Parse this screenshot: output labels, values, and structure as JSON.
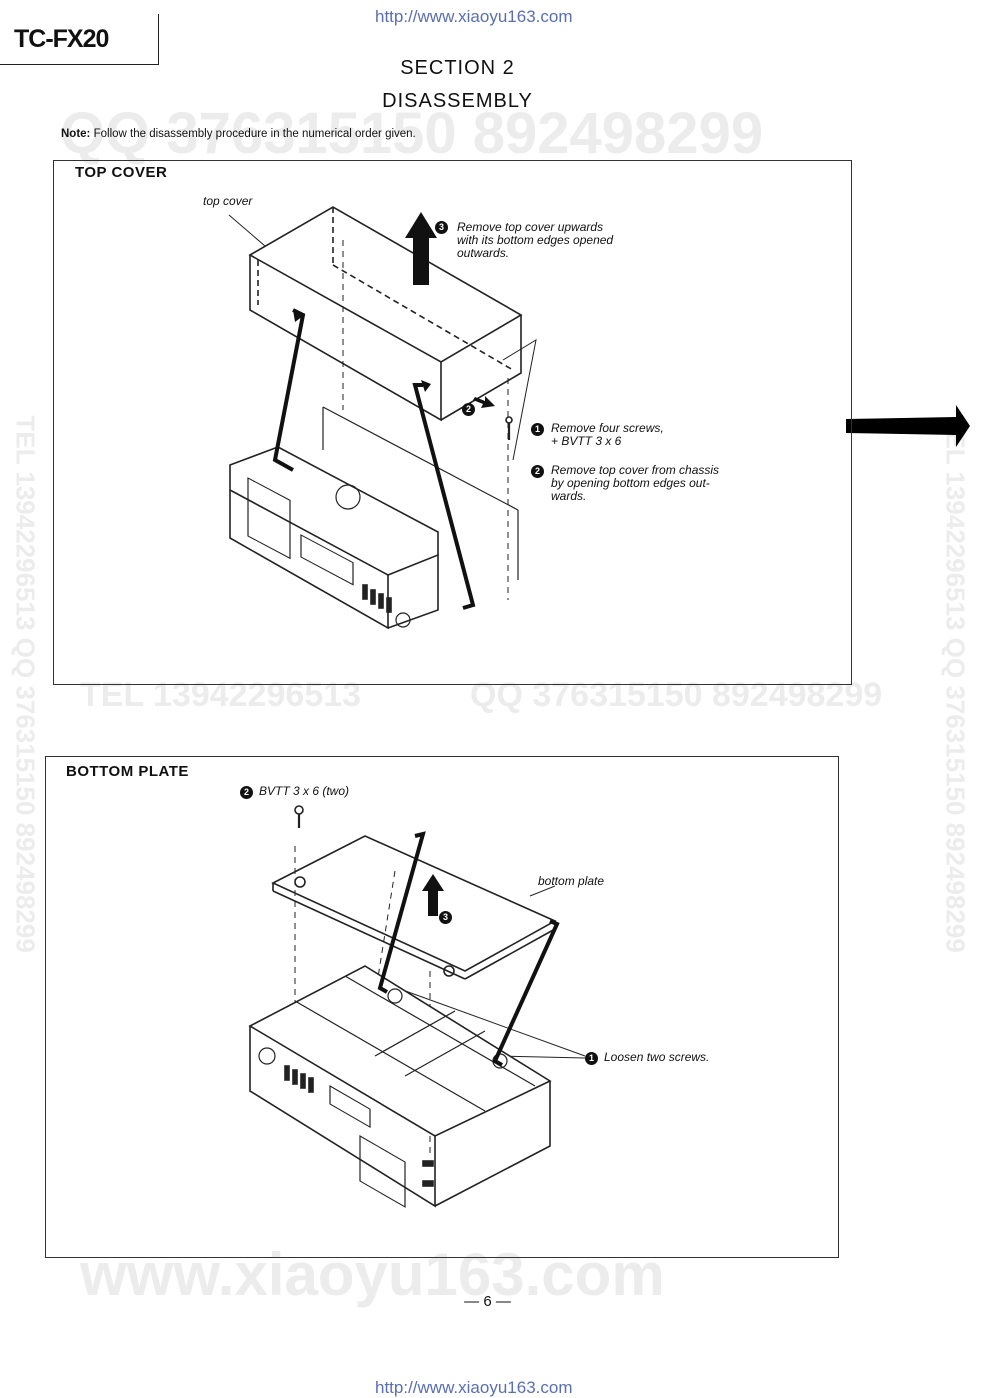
{
  "header": {
    "url_top": "http://www.xiaoyu163.com",
    "model": "TC-FX20",
    "section": "SECTION 2",
    "title": "DISASSEMBLY"
  },
  "note": {
    "label": "Note:",
    "text": "Follow the disassembly procedure in the numerical order given."
  },
  "watermarks": {
    "top_row": "QQ 376315150 892498299",
    "middle_left": "TEL 13942296513",
    "middle_right": "QQ 376315150 892498299",
    "left_vertical": "TEL 13942296513 QQ 376315150 892498299",
    "right_vertical": "TEL 13942296513 QQ 376315150 892498299",
    "bottom": "www.xiaoyu163.com"
  },
  "top_cover": {
    "title": "TOP COVER",
    "part_label": "top cover",
    "step3_num": "3",
    "step3": [
      "Remove top cover upwards",
      "with its bottom edges opened",
      "outwards."
    ],
    "step2_small": "2",
    "step1_num": "1",
    "step1": [
      "Remove four screws,",
      "+ BVTT 3 x 6"
    ],
    "step2_num": "2",
    "step2": [
      "Remove top cover from chassis",
      "by opening bottom edges out-",
      "wards."
    ]
  },
  "bottom_plate": {
    "title": "BOTTOM PLATE",
    "screw_num": "2",
    "screw_label": "BVTT 3 x 6 (two)",
    "part_label": "bottom plate",
    "step3_num": "3",
    "step1_num": "1",
    "step1_label": "Loosen two screws."
  },
  "footer": {
    "page": "— 6 —",
    "url_bottom": "http://www.xiaoyu163.com"
  }
}
